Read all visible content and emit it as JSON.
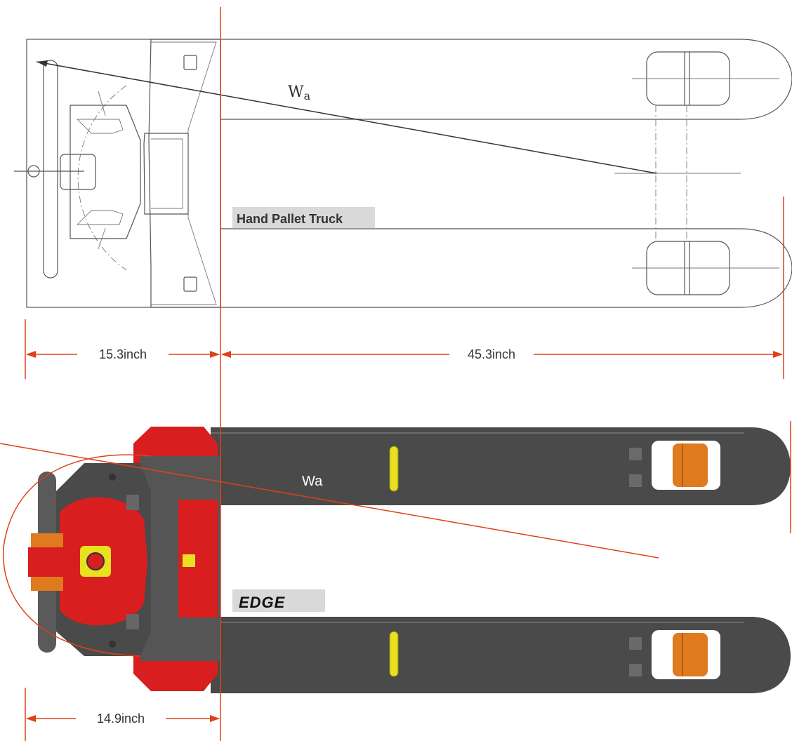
{
  "top_view": {
    "title": "Hand Pallet Truck",
    "wa_label_main": "W",
    "wa_label_sub": "a",
    "dim_body": "15.3inch",
    "dim_forks": "45.3inch"
  },
  "bottom_view": {
    "brand": "EDGE",
    "wa_label": "Wa",
    "dim_body": "14.9inch"
  },
  "colors": {
    "accent_line": "#e0401a",
    "fork_body": "#4a4a4a",
    "red_body": "#d81e1e",
    "roller": "#e07a1e",
    "marker": "#e8e020",
    "label_bg": "#d9d9d9"
  }
}
